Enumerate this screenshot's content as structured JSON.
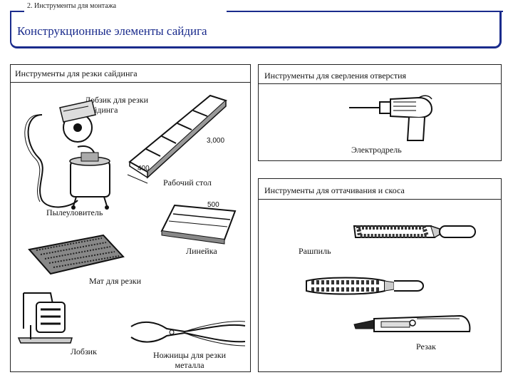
{
  "breadcrumb": "2. Инструменты для монтажа",
  "page_title": "Конструкционные элементы сайдига",
  "sections": {
    "cutting": {
      "title": "Инструменты для резки сайдинга",
      "items": {
        "jigsaw_for_siding": [
          "Лобзик для резки",
          "сайдинга"
        ],
        "dust_collector": "Пылеуловитель",
        "work_table": "Рабочий стол",
        "ruler": "Линейка",
        "cutting_mat": "Мат для резки",
        "jigsaw": "Лобзик",
        "metal_shears": [
          "Ножницы для резки",
          "металла"
        ]
      },
      "dimensions": {
        "table_length": "3,000",
        "table_width": "400",
        "ruler_length": "500"
      }
    },
    "drilling": {
      "title": "Инструменты для сверления отверстия",
      "items": {
        "drill": "Электродрель"
      }
    },
    "filing": {
      "title": "Инструменты для оттачивания и скоса",
      "items": {
        "rasp": "Рашпиль",
        "cutter": "Резак"
      }
    }
  }
}
